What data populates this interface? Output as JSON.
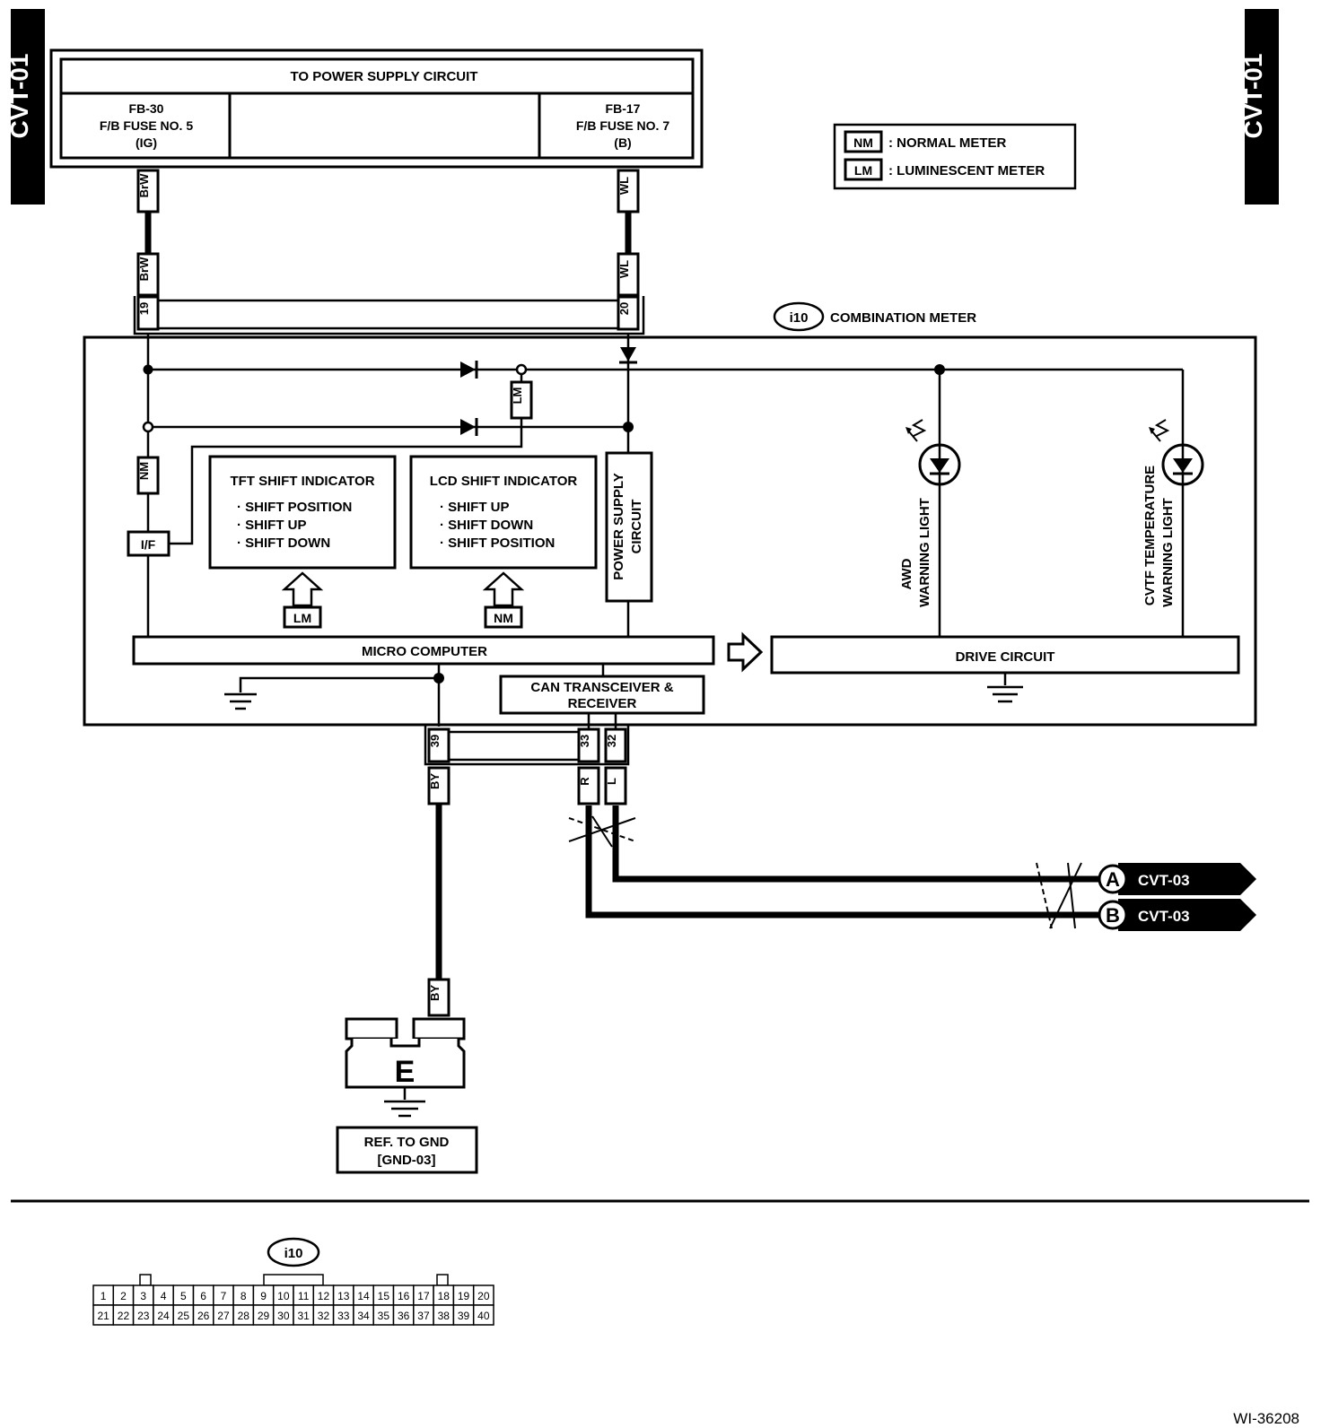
{
  "page": {
    "tab_left": "CVT-01",
    "tab_right": "CVT-01",
    "figure_id": "WI-36208"
  },
  "power_supply": {
    "title": "TO POWER SUPPLY CIRCUIT",
    "left_fuse": [
      "FB-30",
      "F/B FUSE NO. 5",
      "(IG)"
    ],
    "right_fuse": [
      "FB-17",
      "F/B FUSE NO. 7",
      "(B)"
    ]
  },
  "legend": {
    "items": [
      {
        "badge": "NM",
        "text": ": NORMAL METER"
      },
      {
        "badge": "LM",
        "text": ": LUMINESCENT METER"
      }
    ]
  },
  "wires": {
    "top_left": "BrW",
    "top_right": "WL",
    "ground": "BY",
    "can_high": "R",
    "can_low": "L"
  },
  "connector": {
    "id": "i10",
    "name": "COMBINATION METER",
    "pins_top": [
      "19",
      "20"
    ],
    "pins_bottom": [
      "39",
      "33",
      "32"
    ]
  },
  "meter": {
    "lm_tag": "LM",
    "nm_tag": "NM",
    "if_label": "I/F",
    "tft": {
      "title": "TFT SHIFT INDICATOR",
      "items": [
        "· SHIFT POSITION",
        "· SHIFT UP",
        "· SHIFT DOWN"
      ],
      "source": "LM"
    },
    "lcd": {
      "title": "LCD SHIFT INDICATOR",
      "items": [
        "· SHIFT UP",
        "· SHIFT DOWN",
        "· SHIFT POSITION"
      ],
      "source": "NM"
    },
    "power_circuit": [
      "POWER SUPPLY",
      "CIRCUIT"
    ],
    "awd_light": [
      "AWD",
      "WARNING LIGHT"
    ],
    "cvtf_light": [
      "CVTF TEMPERATURE",
      "WARNING LIGHT"
    ],
    "micro_computer": "MICRO COMPUTER",
    "drive_circuit": "DRIVE CIRCUIT",
    "can_transceiver": [
      "CAN TRANSCEIVER &",
      "RECEIVER"
    ]
  },
  "links": [
    {
      "letter": "A",
      "target": "CVT-03"
    },
    {
      "letter": "B",
      "target": "CVT-03"
    }
  ],
  "ground": {
    "letter": "E",
    "ref": [
      "REF. TO GND",
      "[GND-03]"
    ]
  },
  "pinout": {
    "id": "i10",
    "row1": [
      "1",
      "2",
      "3",
      "4",
      "5",
      "6",
      "7",
      "8",
      "9",
      "10",
      "11",
      "12",
      "13",
      "14",
      "15",
      "16",
      "17",
      "18",
      "19",
      "20"
    ],
    "row2": [
      "21",
      "22",
      "23",
      "24",
      "25",
      "26",
      "27",
      "28",
      "29",
      "30",
      "31",
      "32",
      "33",
      "34",
      "35",
      "36",
      "37",
      "38",
      "39",
      "40"
    ]
  }
}
